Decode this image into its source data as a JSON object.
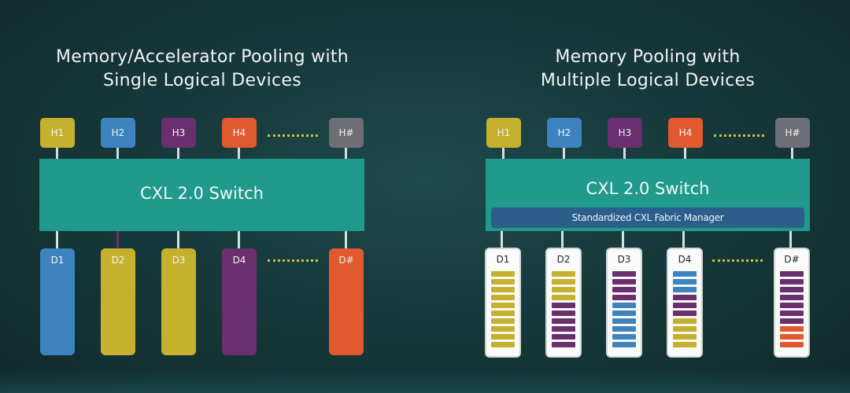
{
  "colors": {
    "yellow": "#c6b12e",
    "blue": "#3d83bf",
    "purple": "#6b2f6f",
    "orange": "#e1592f",
    "gray": "#6e6e76",
    "switch": "#1f9a8c",
    "fabric_manager": "#2b5e8a"
  },
  "left": {
    "title_line1": "Memory/Accelerator Pooling with",
    "title_line2": "Single Logical Devices",
    "switch_label": "CXL 2.0 Switch",
    "hosts": [
      {
        "label": "H1",
        "color": "#c6b12e"
      },
      {
        "label": "H2",
        "color": "#3d83bf"
      },
      {
        "label": "H3",
        "color": "#6b2f6f"
      },
      {
        "label": "H4",
        "color": "#e1592f"
      },
      {
        "label": "H#",
        "color": "#6e6e76"
      }
    ],
    "devices": [
      {
        "label": "D1",
        "color": "#3d83bf"
      },
      {
        "label": "D2",
        "color": "#c6b12e"
      },
      {
        "label": "D3",
        "color": "#c6b12e"
      },
      {
        "label": "D4",
        "color": "#6b2f6f"
      },
      {
        "label": "D#",
        "color": "#e1592f"
      }
    ]
  },
  "right": {
    "title_line1": "Memory Pooling with",
    "title_line2": "Multiple Logical Devices",
    "switch_label": "CXL 2.0 Switch",
    "fabric_manager_label": "Standardized CXL Fabric Manager",
    "hosts": [
      {
        "label": "H1",
        "color": "#c6b12e"
      },
      {
        "label": "H2",
        "color": "#3d83bf"
      },
      {
        "label": "H3",
        "color": "#6b2f6f"
      },
      {
        "label": "H4",
        "color": "#e1592f"
      },
      {
        "label": "H#",
        "color": "#6e6e76"
      }
    ],
    "devices": [
      {
        "label": "D1",
        "slices": [
          "#c6b12e",
          "#c6b12e",
          "#c6b12e",
          "#c6b12e",
          "#c6b12e",
          "#c6b12e",
          "#c6b12e",
          "#c6b12e",
          "#c6b12e",
          "#c6b12e"
        ]
      },
      {
        "label": "D2",
        "slices": [
          "#c6b12e",
          "#c6b12e",
          "#c6b12e",
          "#c6b12e",
          "#6b2f6f",
          "#6b2f6f",
          "#6b2f6f",
          "#6b2f6f",
          "#6b2f6f",
          "#6b2f6f"
        ]
      },
      {
        "label": "D3",
        "slices": [
          "#6b2f6f",
          "#6b2f6f",
          "#6b2f6f",
          "#6b2f6f",
          "#3d83bf",
          "#3d83bf",
          "#3d83bf",
          "#3d83bf",
          "#3d83bf",
          "#3d83bf"
        ]
      },
      {
        "label": "D4",
        "slices": [
          "#3d83bf",
          "#3d83bf",
          "#3d83bf",
          "#6b2f6f",
          "#6b2f6f",
          "#6b2f6f",
          "#c6b12e",
          "#c6b12e",
          "#c6b12e",
          "#c6b12e"
        ]
      },
      {
        "label": "D#",
        "slices": [
          "#6b2f6f",
          "#6b2f6f",
          "#6b2f6f",
          "#6b2f6f",
          "#6b2f6f",
          "#6b2f6f",
          "#6b2f6f",
          "#e1592f",
          "#e1592f",
          "#e1592f"
        ]
      }
    ]
  }
}
